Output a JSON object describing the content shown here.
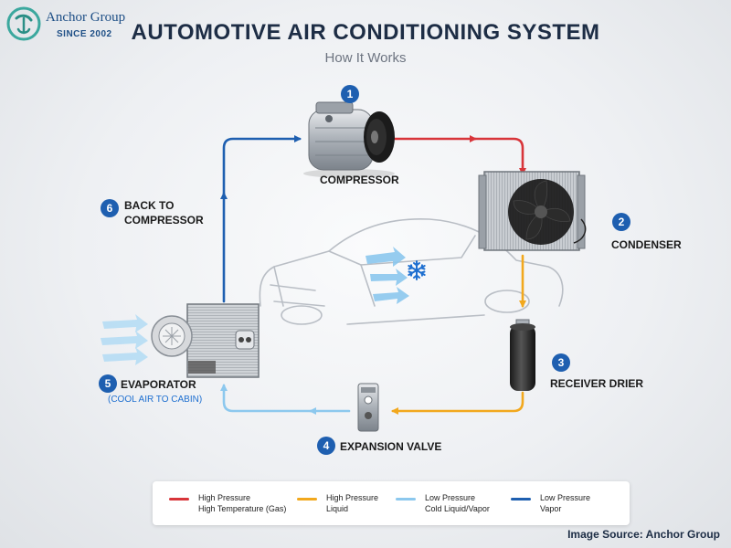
{
  "logo": {
    "name": "Anchor Group",
    "since": "SINCE 2002"
  },
  "header": {
    "title": "AUTOMOTIVE AIR CONDITIONING SYSTEM",
    "subtitle": "How It Works"
  },
  "components": [
    {
      "id": "compressor",
      "number": "1",
      "label": "COMPRESSOR"
    },
    {
      "id": "condenser",
      "number": "2",
      "label": "CONDENSER"
    },
    {
      "id": "receiver-drier",
      "number": "3",
      "label": "RECEIVER DRIER"
    },
    {
      "id": "expansion-valve",
      "number": "4",
      "label": "EXPANSION VALVE"
    },
    {
      "id": "evaporator",
      "number": "5",
      "label": "EVAPORATOR",
      "sublabel": "(COOL AIR TO CABIN)"
    },
    {
      "id": "back-to-compressor",
      "number": "6",
      "label_line1": "BACK TO",
      "label_line2": "COMPRESSOR"
    }
  ],
  "legend": [
    {
      "line1": "High Pressure",
      "line2": "High Temperature (Gas)",
      "color": "#d8353a"
    },
    {
      "line1": "High Pressure",
      "line2": "Liquid",
      "color": "#f2a81d"
    },
    {
      "line1": "Low Pressure",
      "line2": "Cold Liquid/Vapor",
      "color": "#8cc8ee"
    },
    {
      "line1": "Low Pressure",
      "line2": "Vapor",
      "color": "#1e5fb0"
    }
  ],
  "footer": {
    "source": "Image Source: Anchor Group"
  },
  "icons": {
    "snowflake": "snowflake-icon",
    "car": "car-outline"
  }
}
